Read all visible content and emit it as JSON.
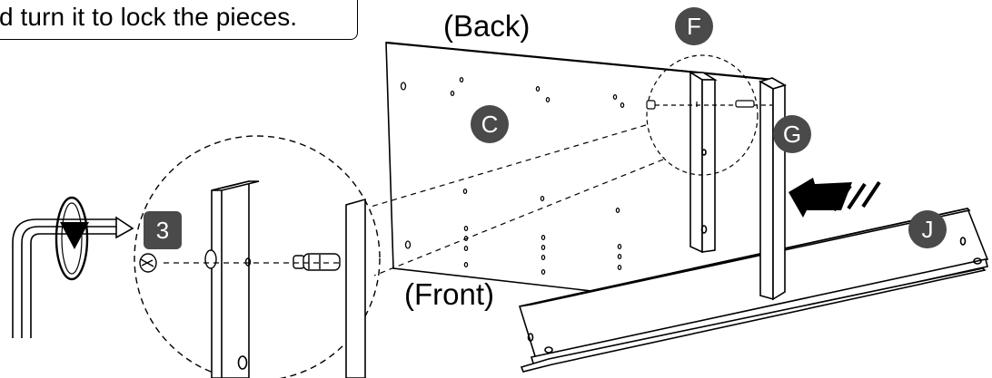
{
  "caption": {
    "line2": "d turn it to lock the pieces."
  },
  "labels": {
    "back": "(Back)",
    "front": "(Front)"
  },
  "parts": {
    "c": "C",
    "f": "F",
    "g": "G",
    "j": "J"
  },
  "step": {
    "number": "3"
  },
  "icons": {
    "hex_key": "hex-key-icon",
    "rotate": "rotate-arrow-icon",
    "motion": "motion-arrow-icon"
  },
  "colors": {
    "badge": "#4a4a4a",
    "badge_text": "#ffffff",
    "line": "#000000"
  }
}
